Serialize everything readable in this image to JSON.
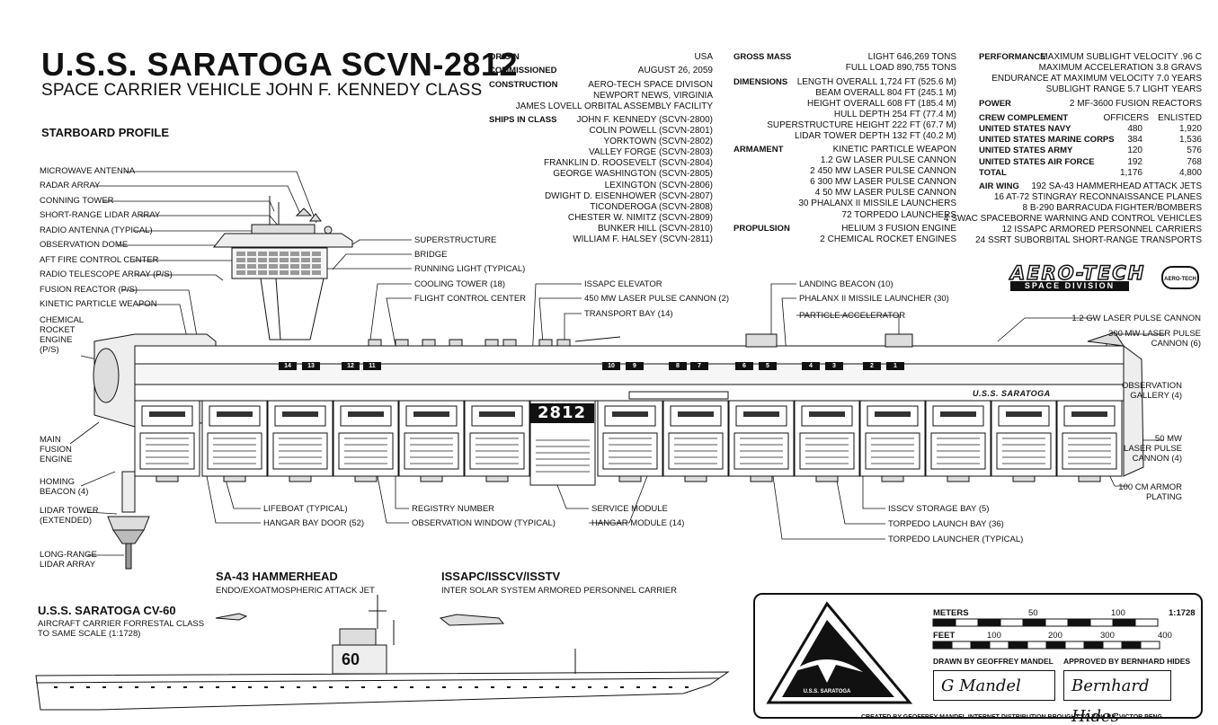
{
  "header": {
    "title": "U.S.S. SARATOGA  SCVN-2812",
    "subtitle": "SPACE CARRIER VEHICLE  JOHN F. KENNEDY CLASS",
    "profile_label": "STARBOARD PROFILE"
  },
  "specs_col1": {
    "origin_label": "ORIGIN",
    "origin": "USA",
    "commissioned_label": "COMMISSIONED",
    "commissioned": "AUGUST 26, 2059",
    "construction_label": "CONSTRUCTION",
    "construction": [
      "AERO-TECH SPACE DIVISON",
      "NEWPORT NEWS, VIRGINIA",
      "JAMES LOVELL ORBITAL ASSEMBLY FACILITY"
    ],
    "ships_label": "SHIPS IN CLASS",
    "ships": [
      "JOHN F. KENNEDY (SCVN-2800)",
      "COLIN POWELL (SCVN-2801)",
      "YORKTOWN (SCVN-2802)",
      "VALLEY FORGE (SCVN-2803)",
      "FRANKLIN D. ROOSEVELT (SCVN-2804)",
      "GEORGE WASHINGTON (SCVN-2805)",
      "LEXINGTON (SCVN-2806)",
      "DWIGHT D. EISENHOWER (SCVN-2807)",
      "TICONDEROGA (SCVN-2808)",
      "CHESTER W. NIMITZ (SCVN-2809)",
      "BUNKER HILL (SCVN-2810)",
      "WILLIAM F. HALSEY (SCVN-2811)"
    ]
  },
  "specs_col2": {
    "gross_label": "GROSS MASS",
    "gross": [
      "LIGHT 646,269 TONS",
      "FULL LOAD 890,755 TONS"
    ],
    "dim_label": "DIMENSIONS",
    "dims": [
      "LENGTH OVERALL 1,724 FT (525.6 M)",
      "BEAM OVERALL 804 FT (245.1 M)",
      "HEIGHT OVERALL 608 FT (185.4 M)",
      "HULL DEPTH 254 FT (77.4 M)",
      "SUPERSTRUCTURE HEIGHT 222 FT (67.7 M)",
      "LIDAR TOWER DEPTH 132 FT (40.2 M)"
    ],
    "arm_label": "ARMAMENT",
    "arms": [
      "KINETIC PARTICLE WEAPON",
      "1.2 GW LASER PULSE CANNON",
      "2 450 MW LASER PULSE CANNON",
      "6 300 MW LASER PULSE CANNON",
      "4 50 MW LASER PULSE CANNON",
      "30 PHALANX II MISSILE LAUNCHERS",
      "72 TORPEDO LAUNCHERS"
    ],
    "prop_label": "PROPULSION",
    "props": [
      "HELIUM 3 FUSION ENGINE",
      "2 CHEMICAL ROCKET ENGINES"
    ]
  },
  "specs_col3": {
    "perf_label": "PERFORMANCE",
    "perf": [
      "MAXIMUM SUBLIGHT VELOCITY .96 C",
      "MAXIMUM ACCELERATION 3.8 GRAVS",
      "ENDURANCE AT MAXIMUM VELOCITY 7.0 YEARS",
      "SUBLIGHT RANGE 5.7 LIGHT YEARS"
    ],
    "power_label": "POWER",
    "power": "2 MF-3600 FUSION REACTORS",
    "crew_label": "CREW COMPLEMENT",
    "officers_label": "OFFICERS",
    "enlisted_label": "ENLISTED",
    "crew": [
      {
        "name": "UNITED STATES NAVY",
        "officers": "480",
        "enlisted": "1,920"
      },
      {
        "name": "UNITED STATES MARINE CORPS",
        "officers": "384",
        "enlisted": "1,536"
      },
      {
        "name": "UNITED STATES ARMY",
        "officers": "120",
        "enlisted": "576"
      },
      {
        "name": "UNITED STATES AIR FORCE",
        "officers": "192",
        "enlisted": "768"
      },
      {
        "name": "TOTAL",
        "officers": "1,176",
        "enlisted": "4,800"
      }
    ],
    "air_label": "AIR WING",
    "air": [
      "192 SA-43 HAMMERHEAD ATTACK JETS",
      "16 AT-72 STINGRAY RECONNAISSANCE PLANES",
      "8 B-290 BARRACUDA FIGHTER/BOMBERS",
      "4 SWAC SPACEBORNE WARNING AND CONTROL VEHICLES",
      "12 ISSAPC ARMORED PERSONNEL CARRIERS",
      "24 SSRT SUBORBITAL SHORT-RANGE TRANSPORTS"
    ]
  },
  "aerotech": {
    "logo": "AERO-TECH",
    "sub": "SPACE DIVISION",
    "badge": "AERO-TECH"
  },
  "left_labels": [
    "MICROWAVE ANTENNA",
    "RADAR ARRAY",
    "CONNING TOWER",
    "SHORT-RANGE LIDAR ARRAY",
    "RADIO ANTENNA (TYPICAL)",
    "OBSERVATION DOME",
    "AFT FIRE CONTROL CENTER",
    "RADIO TELESCOPE ARRAY (P/S)",
    "FUSION REACTOR (P/S)",
    "KINETIC PARTICLE WEAPON"
  ],
  "rocket_label": [
    "CHEMICAL",
    "ROCKET",
    "ENGINE",
    "(P/S)"
  ],
  "main_fusion_label": [
    "MAIN",
    "FUSION",
    "ENGINE"
  ],
  "homing_label": [
    "HOMING",
    "BEACON (4)"
  ],
  "lidar_label": [
    "LIDAR TOWER",
    "(EXTENDED)"
  ],
  "lr_lidar_label": [
    "LONG-RANGE",
    "LIDAR ARRAY"
  ],
  "mid_labels": [
    "SUPERSTRUCTURE",
    "BRIDGE",
    "RUNNING LIGHT (TYPICAL)",
    "COOLING TOWER (18)",
    "FLIGHT CONTROL CENTER"
  ],
  "center_labels": [
    "ISSAPC ELEVATOR",
    "450 MW LASER PULSE CANNON (2)",
    "TRANSPORT BAY (14)"
  ],
  "right_top_labels": [
    "LANDING BEACON (10)",
    "PHALANX II MISSILE LAUNCHER (30)",
    "PARTICLE ACCELERATOR"
  ],
  "right_labels": {
    "gw": "1.2 GW LASER PULSE CANNON",
    "mw300": [
      "300 MW LASER PULSE",
      "CANNON (6)"
    ],
    "obs_gallery": [
      "OBSERVATION",
      "GALLERY (4)"
    ],
    "mw50": [
      "50 MW",
      "LASER PULSE",
      "CANNON (4)"
    ],
    "armor": [
      "100 CM ARMOR",
      "PLATING"
    ]
  },
  "bottom_labels": {
    "lifeboat": "LIFEBOAT (TYPICAL)",
    "hangar_door": "HANGAR BAY DOOR (52)",
    "registry": "REGISTRY NUMBER",
    "obs_window": "OBSERVATION WINDOW (TYPICAL)",
    "service": "SERVICE MODULE",
    "hangar_module": "HANGAR MODULE (14)",
    "isscv": "ISSCV STORAGE BAY (5)",
    "torpedo_bay": "TORPEDO LAUNCH BAY (36)",
    "torpedo_launcher": "TORPEDO LAUNCHER (TYPICAL)"
  },
  "hull": {
    "registry": "2812",
    "name": "U.S.S. SARATOGA",
    "bay_numbers": [
      "14",
      "13",
      "12",
      "11",
      "10",
      "9",
      "8",
      "7",
      "6",
      "5",
      "4",
      "3",
      "2",
      "1"
    ]
  },
  "cv60": {
    "title": "U.S.S. SARATOGA CV-60",
    "sub": [
      "AIRCRAFT CARRIER FORRESTAL CLASS",
      "TO SAME SCALE (1:1728)"
    ],
    "hull_number": "60"
  },
  "sa43": {
    "title": "SA-43 HAMMERHEAD",
    "sub": "ENDO/EXOATMOSPHERIC ATTACK JET"
  },
  "issapc": {
    "title": "ISSAPC/ISSCV/ISSTV",
    "sub": "INTER SOLAR SYSTEM ARMORED PERSONNEL CARRIER"
  },
  "scale": {
    "meters_label": "METERS",
    "meters_ticks": [
      "50",
      "100"
    ],
    "ratio": "1:1728",
    "feet_label": "FEET",
    "feet_ticks": [
      "100",
      "200",
      "300",
      "400"
    ],
    "drawn_label": "DRAWN BY GEOFFREY MANDEL",
    "approved_label": "APPROVED BY BERNHARD HIDES",
    "sig1": "G Mandel",
    "sig2": "Bernhard Hides",
    "emblem_text": "U.S.S. SARATOGA"
  },
  "credits": "CREATED BY GEOFFREY MANDEL   INTERNET DISTRIBUTION BROUGHT TO YOU BY: VICTOR PENG"
}
